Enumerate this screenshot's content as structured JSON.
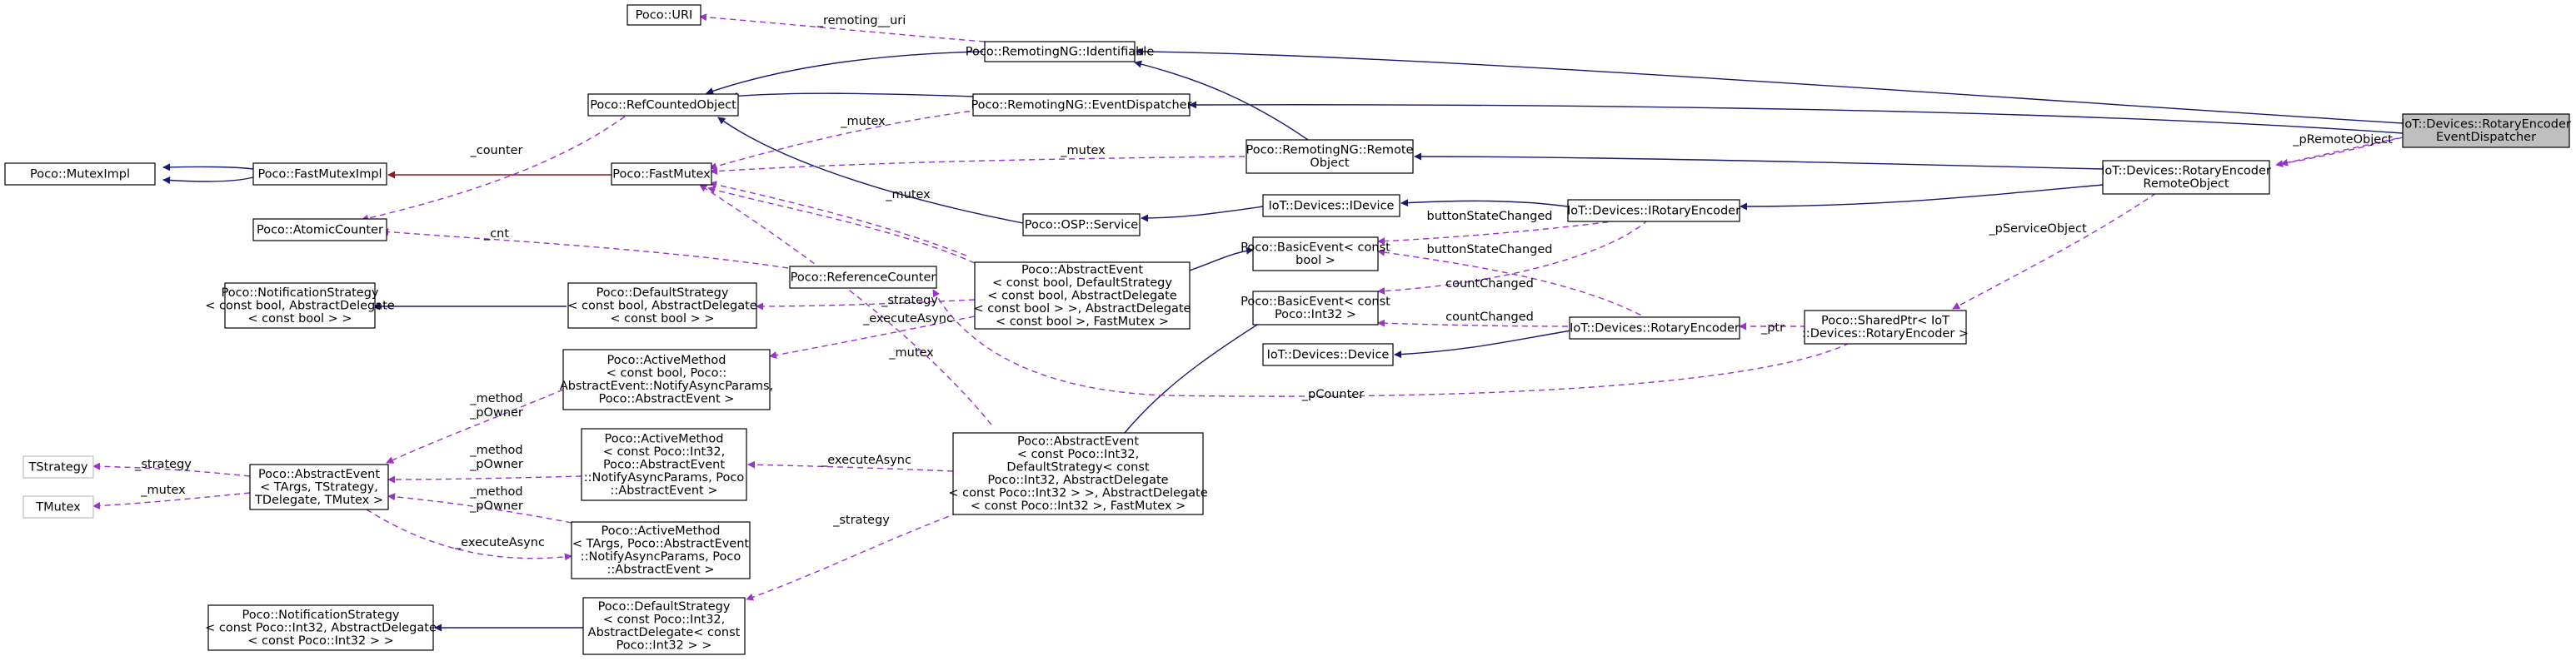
{
  "colors": {
    "inherit": "#191970",
    "use": "#9a32cd",
    "brown": "#8b1a1a",
    "highlight": "#bfbfbf"
  },
  "nodes": {
    "uri": [
      "Poco::URI"
    ],
    "identifiable": [
      "Poco::RemotingNG::Identifiable"
    ],
    "refcounted": [
      "Poco::RefCountedObject"
    ],
    "eventdispatcher": [
      "Poco::RemotingNG::EventDispatcher"
    ],
    "red_main": [
      "IoT::Devices::RotaryEncoder",
      "EventDispatcher"
    ],
    "muteximpl": [
      "Poco::MutexImpl"
    ],
    "fastmuteximpl": [
      "Poco::FastMutexImpl"
    ],
    "fastmutex": [
      "Poco::FastMutex"
    ],
    "remoteobject": [
      "Poco::RemotingNG::Remote",
      "Object"
    ],
    "rer_remoteobject": [
      "IoT::Devices::RotaryEncoder",
      "RemoteObject"
    ],
    "atomiccounter": [
      "Poco::AtomicCounter"
    ],
    "osp_service": [
      "Poco::OSP::Service"
    ],
    "idevice": [
      "IoT::Devices::IDevice"
    ],
    "irotaryencoder": [
      "IoT::Devices::IRotaryEncoder"
    ],
    "refcounter": [
      "Poco::ReferenceCounter"
    ],
    "ae_bool": [
      "Poco::AbstractEvent",
      "< const bool, DefaultStrategy",
      "< const bool, AbstractDelegate",
      "< const bool > >, AbstractDelegate",
      "< const bool >, FastMutex >"
    ],
    "basicevent_bool": [
      "Poco::BasicEvent< const",
      "bool >"
    ],
    "notif_bool": [
      "Poco::NotificationStrategy",
      "< const bool, AbstractDelegate",
      "< const bool > >"
    ],
    "defstrat_bool": [
      "Poco::DefaultStrategy",
      "< const bool, AbstractDelegate",
      "< const bool > >"
    ],
    "basicevent_int": [
      "Poco::BasicEvent< const",
      "Poco::Int32 >"
    ],
    "rotaryencoder": [
      "IoT::Devices::RotaryEncoder"
    ],
    "sharedptr": [
      "Poco::SharedPtr< IoT",
      "::Devices::RotaryEncoder >"
    ],
    "activemethod_bool": [
      "Poco::ActiveMethod",
      "< const bool, Poco::",
      "AbstractEvent::NotifyAsyncParams,",
      "Poco::AbstractEvent >"
    ],
    "device": [
      "IoT::Devices::Device"
    ],
    "tstrategy": [
      "TStrategy"
    ],
    "ae_generic": [
      "Poco::AbstractEvent",
      "< TArgs, TStrategy,",
      "TDelegate, TMutex >"
    ],
    "activemethod_int": [
      "Poco::ActiveMethod",
      "< const Poco::Int32,",
      "Poco::AbstractEvent",
      "::NotifyAsyncParams, Poco",
      "::AbstractEvent >"
    ],
    "ae_int": [
      "Poco::AbstractEvent",
      "< const Poco::Int32,",
      "DefaultStrategy< const",
      "Poco::Int32, AbstractDelegate",
      "< const Poco::Int32 > >, AbstractDelegate",
      "< const Poco::Int32 >, FastMutex >"
    ],
    "tmutex": [
      "TMutex"
    ],
    "activemethod_targs": [
      "Poco::ActiveMethod",
      "< TArgs, Poco::AbstractEvent",
      "::NotifyAsyncParams, Poco",
      "::AbstractEvent >"
    ],
    "notif_int": [
      "Poco::NotificationStrategy",
      "< const Poco::Int32, AbstractDelegate",
      "< const Poco::Int32 > >"
    ],
    "defstrat_int": [
      "Poco::DefaultStrategy",
      "< const Poco::Int32,",
      "AbstractDelegate< const",
      "Poco::Int32 > >"
    ]
  },
  "edge_labels": {
    "remoting_uri": "_remoting__uri",
    "mutex_a": "_mutex",
    "mutex_b": "_mutex",
    "mutex_c": "_mutex",
    "mutex_d": "_mutex",
    "mutex_e": "_mutex",
    "counter": "_counter",
    "cnt": "_cnt",
    "premoteobject": "_pRemoteObject",
    "pserviceobject": "_pServiceObject",
    "buttonstatechanged_a": "buttonStateChanged",
    "buttonstatechanged_b": "buttonStateChanged",
    "countchanged_a": "countChanged",
    "countchanged_b": "countChanged",
    "ptr": "_ptr",
    "pcounter": "_pCounter",
    "strategy_a": "_strategy",
    "strategy_b": "_strategy",
    "strategy_c": "_strategy",
    "executeasync_a": "_executeAsync",
    "executeasync_b": "_executeAsync",
    "executeasync_c": "_executeAsync",
    "method_powner_a": [
      "_method",
      "_pOwner"
    ],
    "method_powner_b": [
      "_method",
      "_pOwner"
    ],
    "method_powner_c": [
      "_method",
      "_pOwner"
    ]
  }
}
